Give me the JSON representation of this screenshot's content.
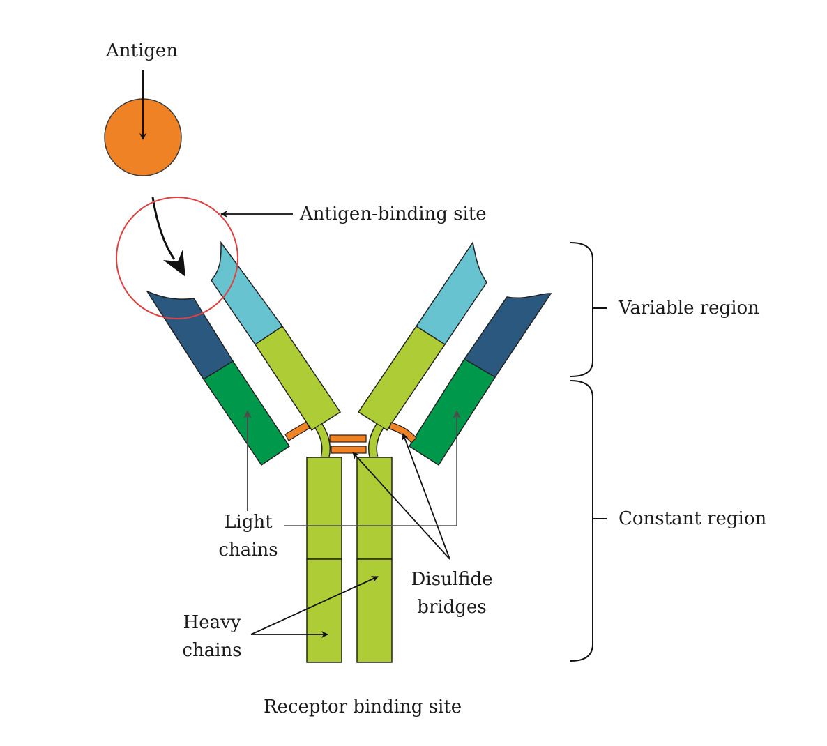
{
  "labels": {
    "antigen": "Antigen",
    "antigen_binding_site": "Antigen-binding site",
    "variable_region": "Variable region",
    "constant_region": "Constant region",
    "light_chains_line1": "Light",
    "light_chains_line2": "chains",
    "heavy_chains_line1": "Heavy",
    "heavy_chains_line2": "chains",
    "disulfide_line1": "Disulfide",
    "disulfide_line2": "bridges",
    "receptor_binding_site": "Receptor binding site"
  },
  "colors": {
    "antigen": "#f08226",
    "light_variable": "#2a587f",
    "light_constant": "#00994c",
    "heavy_variable": "#68c3d1",
    "heavy_constant": "#adcc35",
    "disulfide": "#f08226",
    "binding_circle": "#e0403f",
    "pointer_gray": "#4d4d4d"
  }
}
